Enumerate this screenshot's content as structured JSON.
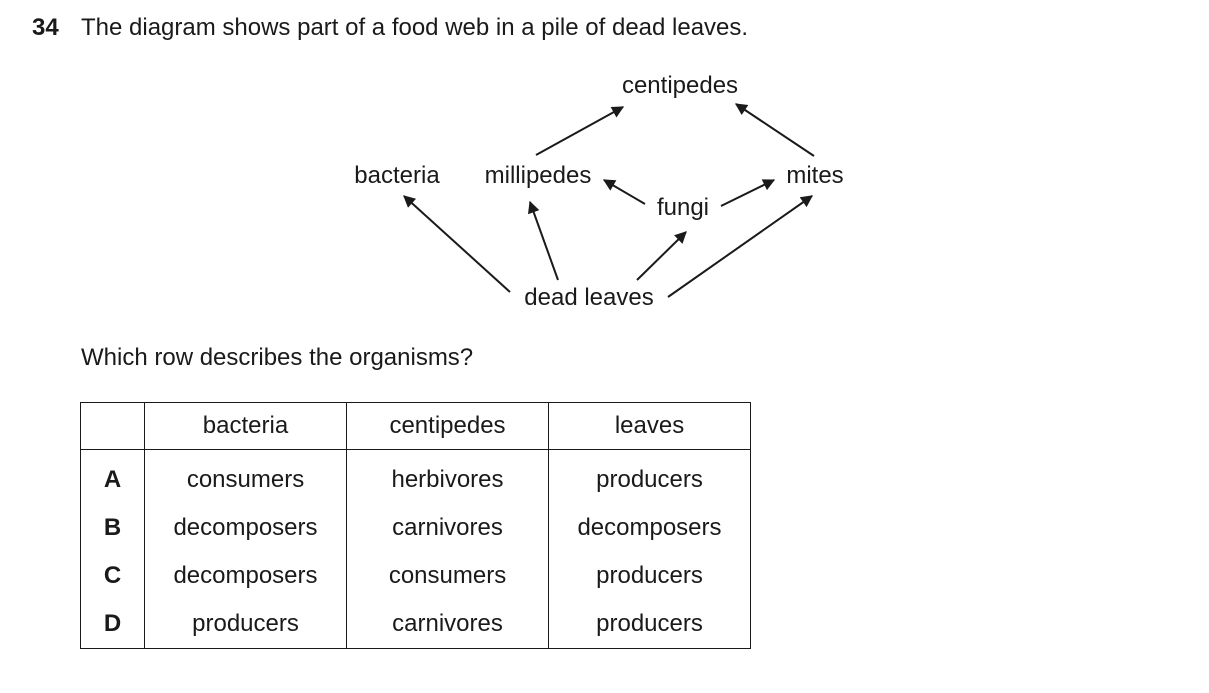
{
  "question": {
    "number": "34",
    "stem": "The diagram shows part of a food web in a pile of dead leaves.",
    "sub_question": "Which row describes the organisms?"
  },
  "food_web": {
    "organisms": {
      "centipedes": "centipedes",
      "bacteria": "bacteria",
      "millipedes": "millipedes",
      "mites": "mites",
      "fungi": "fungi",
      "dead_leaves": "dead leaves"
    },
    "arrows": [
      {
        "from": "dead leaves",
        "to": "bacteria"
      },
      {
        "from": "dead leaves",
        "to": "millipedes"
      },
      {
        "from": "dead leaves",
        "to": "fungi"
      },
      {
        "from": "dead leaves",
        "to": "mites"
      },
      {
        "from": "fungi",
        "to": "millipedes"
      },
      {
        "from": "fungi",
        "to": "mites"
      },
      {
        "from": "millipedes",
        "to": "centipedes"
      },
      {
        "from": "mites",
        "to": "centipedes"
      }
    ]
  },
  "table": {
    "headers": [
      "",
      "bacteria",
      "centipedes",
      "leaves"
    ],
    "rows": [
      {
        "option": "A",
        "values": [
          "consumers",
          "herbivores",
          "producers"
        ]
      },
      {
        "option": "B",
        "values": [
          "decomposers",
          "carnivores",
          "decomposers"
        ]
      },
      {
        "option": "C",
        "values": [
          "decomposers",
          "consumers",
          "producers"
        ]
      },
      {
        "option": "D",
        "values": [
          "producers",
          "carnivores",
          "producers"
        ]
      }
    ]
  }
}
